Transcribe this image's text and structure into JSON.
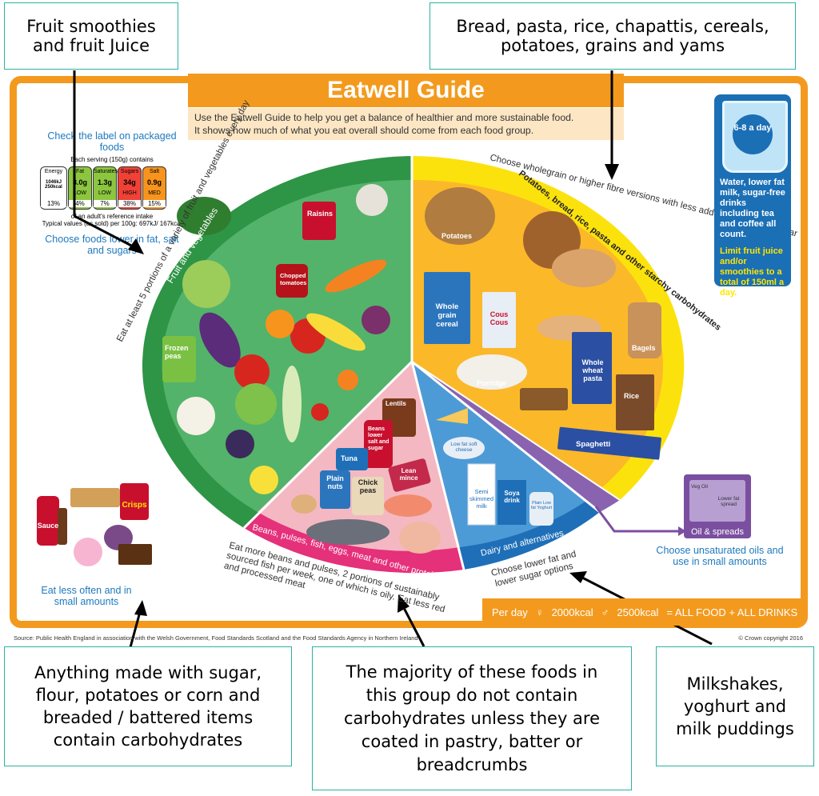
{
  "callouts": {
    "top_left": "Fruit smoothies and fruit Juice",
    "top_right": "Bread, pasta, rice, chapattis, cereals, potatoes, grains and yams",
    "bottom_left": "Anything made with sugar, flour, potatoes or corn and breaded / battered items contain carbohydrates",
    "bottom_middle": "The majority of these foods in this group do not contain carbohydrates unless they are coated in pastry, batter or breadcrumbs",
    "bottom_right": "Milkshakes, yoghurt and milk puddings"
  },
  "guide": {
    "title": "Eatwell Guide",
    "intro_line1": "Use the Eatwell Guide to help you get a balance of healthier and more sustainable food.",
    "intro_line2": "It shows how much of what you eat overall should come from each food group."
  },
  "label_info": {
    "heading": "Check the label on packaged foods",
    "each_serving": "Each serving (150g) contains",
    "cells": [
      {
        "name": "Energy",
        "value": "1046kJ 250kcal",
        "level": "",
        "pct": "13%",
        "color": "#ffffff"
      },
      {
        "name": "Fat",
        "value": "3.0g",
        "level": "LOW",
        "pct": "4%",
        "color": "#8cc63f"
      },
      {
        "name": "Saturates",
        "value": "1.3g",
        "level": "LOW",
        "pct": "7%",
        "color": "#8cc63f"
      },
      {
        "name": "Sugars",
        "value": "34g",
        "level": "HIGH",
        "pct": "38%",
        "color": "#ef4136"
      },
      {
        "name": "Salt",
        "value": "0.9g",
        "level": "MED",
        "pct": "15%",
        "color": "#f7941d"
      }
    ],
    "ref_intake": "of an adult's reference intake",
    "typical": "Typical values (as sold) per 100g: 697kJ/ 167kcal",
    "choose": "Choose foods lower in fat, salt and sugars"
  },
  "segments": {
    "fruit_veg": {
      "label": "Fruit and vegetables",
      "advice": "Eat at least 5 portions of a variety of fruit and vegetables every day",
      "color": "#3aa655",
      "items": [
        "Raisins",
        "Chopped tomatoes",
        "Frozen peas"
      ]
    },
    "starchy": {
      "label": "Potatoes, bread, rice, pasta and other starchy carbohydrates",
      "advice": "Choose wholegrain or higher fibre versions with less added fat, salt and sugar",
      "color": "#fbb829",
      "items": [
        "Potatoes",
        "Whole grain cereal",
        "Cous Cous",
        "Porridge",
        "Whole wheat pasta",
        "Bagels",
        "Rice",
        "Spaghetti"
      ]
    },
    "protein": {
      "label": "Beans, pulses, fish, eggs, meat and other proteins",
      "advice": "Eat more beans and pulses, 2 portions of sustainably sourced fish per week, one of which is oily. Eat less red and processed meat",
      "color": "#f4b8c2",
      "items": [
        "Lentils",
        "Beans lower salt and sugar",
        "Tuna",
        "Plain nuts",
        "Chick peas",
        "Lean mince"
      ]
    },
    "dairy": {
      "label": "Dairy and alternatives",
      "advice": "Choose lower fat and lower sugar options",
      "color": "#1e88c8",
      "items": [
        "Low fat soft cheese",
        "Semi skimmed milk",
        "Soya drink",
        "Plain Low fat Yoghurt"
      ]
    },
    "oil": {
      "label": "Oil & spreads",
      "advice": "Choose unsaturated oils and use in small amounts",
      "color": "#7b4fa0",
      "items": [
        "Veg Oil",
        "Lower fat spread"
      ]
    }
  },
  "water": {
    "badge": "6-8 a day",
    "text": "Water, lower fat milk, sugar-free drinks including tea and coffee all count.",
    "limit": "Limit fruit juice and/or smoothies to a total of 150ml a day."
  },
  "treats": {
    "items": [
      "Sauce",
      "Crisps"
    ],
    "caption": "Eat less often and in small amounts"
  },
  "per_day": {
    "label": "Per day",
    "female": "2000kcal",
    "male": "2500kcal",
    "all": "= ALL FOOD + ALL DRINKS"
  },
  "footer": {
    "source": "Source: Public Health England in association with the Welsh Government, Food Standards Scotland and the Food Standards Agency in Northern Ireland",
    "copyright": "© Crown copyright 2016"
  }
}
